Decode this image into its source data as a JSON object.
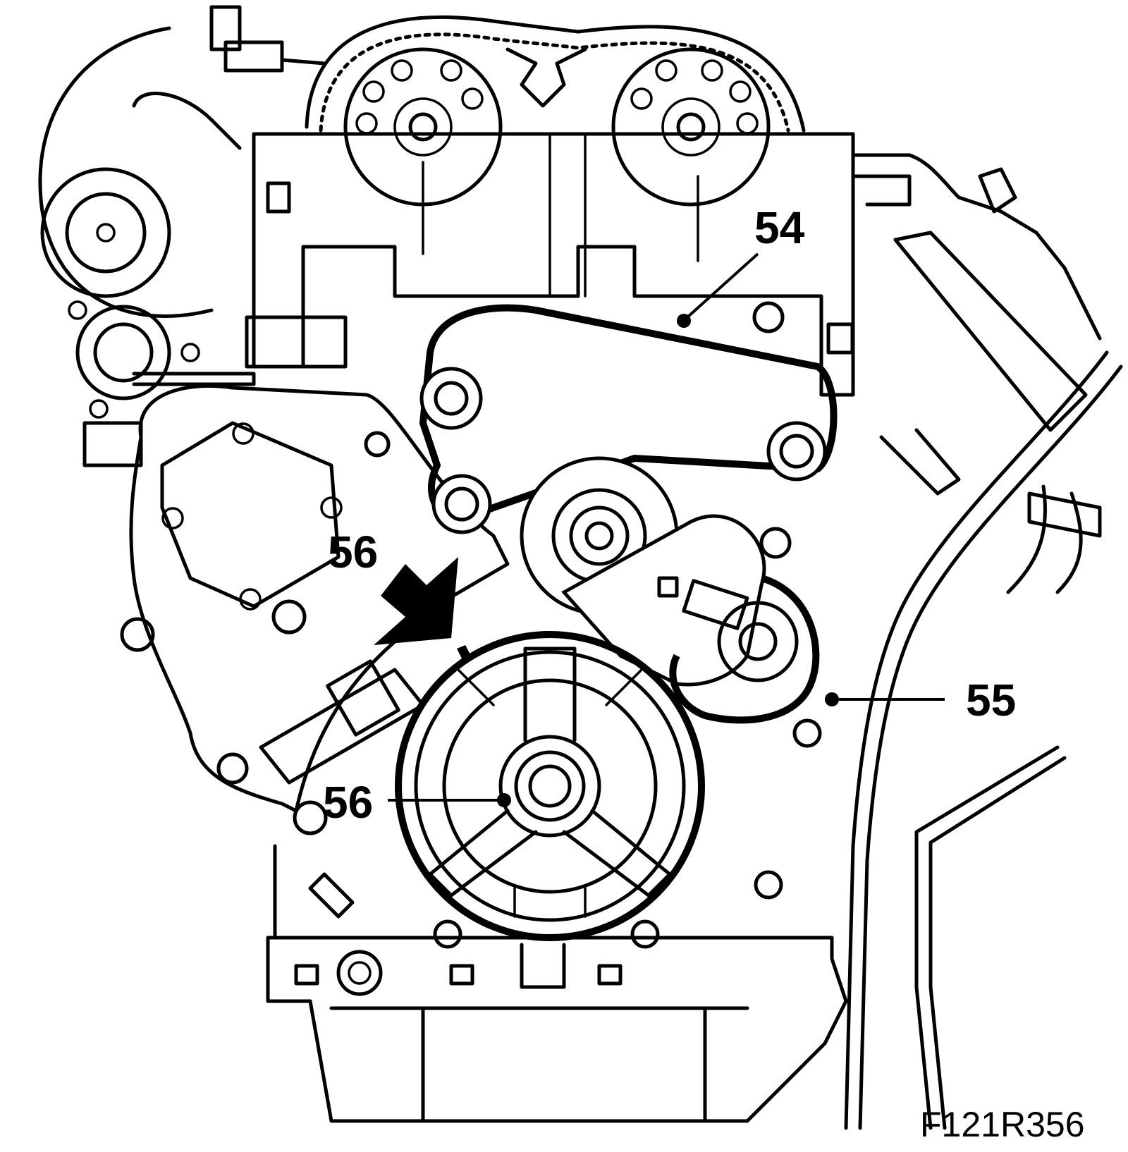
{
  "diagram": {
    "figure_reference": "F121R356",
    "callouts": [
      {
        "id": "54",
        "label": "54"
      },
      {
        "id": "55",
        "label": "55"
      },
      {
        "id": "56a",
        "label": "56"
      },
      {
        "id": "56b",
        "label": "56"
      }
    ],
    "arrow_icon": "bold-arrow-pointing-down-right"
  },
  "colors": {
    "line": "#000000",
    "background": "#ffffff"
  }
}
